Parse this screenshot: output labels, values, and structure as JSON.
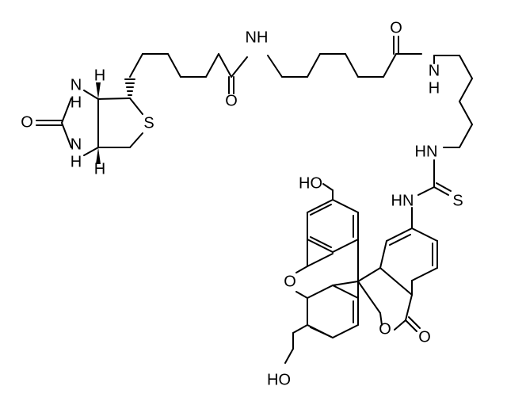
{
  "atoms": {
    "nh_amide1": "NH",
    "o_amide1": "O",
    "o_amide2": "O",
    "nh_amide2_n": "N",
    "nh_amide2_h": "H",
    "hn_thiourea1": "HN",
    "hn_thiourea2": "HN",
    "s_thiourea": "S",
    "s_ring": "S",
    "o_urea": "O",
    "nh_biotin_top_n": "N",
    "nh_biotin_top_h": "H",
    "nh_biotin_bot_n": "N",
    "nh_biotin_bot_h": "H",
    "h_stereo_top": "H",
    "h_stereo_bot": "H",
    "ho_top": "HO",
    "o_xanthene": "O",
    "o_lactone": "O",
    "o_carbonyl": "O",
    "ho_bottom": "HO"
  }
}
